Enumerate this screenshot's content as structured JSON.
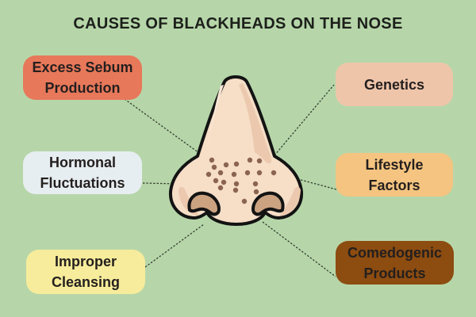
{
  "title": "CAUSES OF BLACKHEADS ON THE NOSE",
  "colors": {
    "background": "#b6d6a9",
    "title_text": "#1d201b",
    "box_text": "#241f1e",
    "connector": "#333c30",
    "nose_skin": "#f6dec7",
    "nose_shade": "#ecc9ae",
    "nose_highlight": "#f9e7d7",
    "nose_outline": "#131313",
    "nostril": "#cba381",
    "blackhead_dot": "#8b6450"
  },
  "causes": [
    {
      "label": "Excess Sebum Production",
      "bg": "#e7785a",
      "side": "left"
    },
    {
      "label": "Hormonal Fluctuations",
      "bg": "#e7eef1",
      "side": "left"
    },
    {
      "label": "Improper Cleansing",
      "bg": "#f6ec9b",
      "side": "left"
    },
    {
      "label": "Genetics",
      "bg": "#efc5aa",
      "side": "right"
    },
    {
      "label": "Lifestyle Factors",
      "bg": "#f4c480",
      "side": "right"
    },
    {
      "label": "Comedogenic Products",
      "bg": "#8d4c10",
      "side": "right"
    }
  ],
  "illustration": {
    "name": "nose-with-blackheads",
    "blackhead_count": 20
  }
}
